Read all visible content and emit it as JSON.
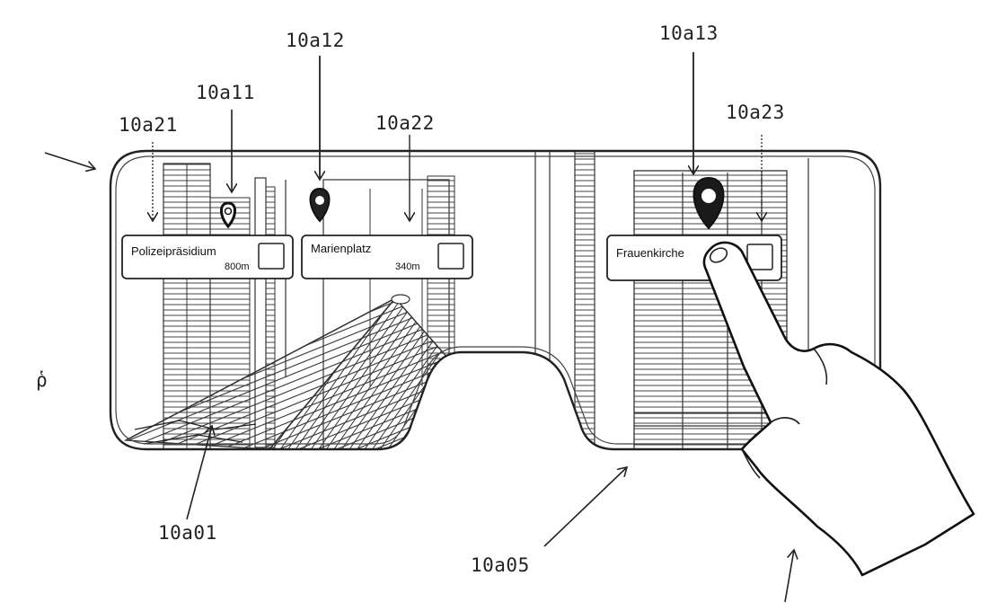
{
  "figure": {
    "reference_labels": {
      "r10a21": "10a21",
      "r10a11": "10a11",
      "r10a12": "10a12",
      "r10a22": "10a22",
      "r10a13": "10a13",
      "r10a23": "10a23",
      "r10a01": "10a01",
      "r10a05": "10a05"
    },
    "edge_glyph": "ῥ"
  },
  "poi_cards": [
    {
      "title": "Polizeipräsidium",
      "distance": "800m"
    },
    {
      "title": "Marienplatz",
      "distance": "340m"
    },
    {
      "title": "Frauenkirche",
      "distance": ""
    }
  ]
}
